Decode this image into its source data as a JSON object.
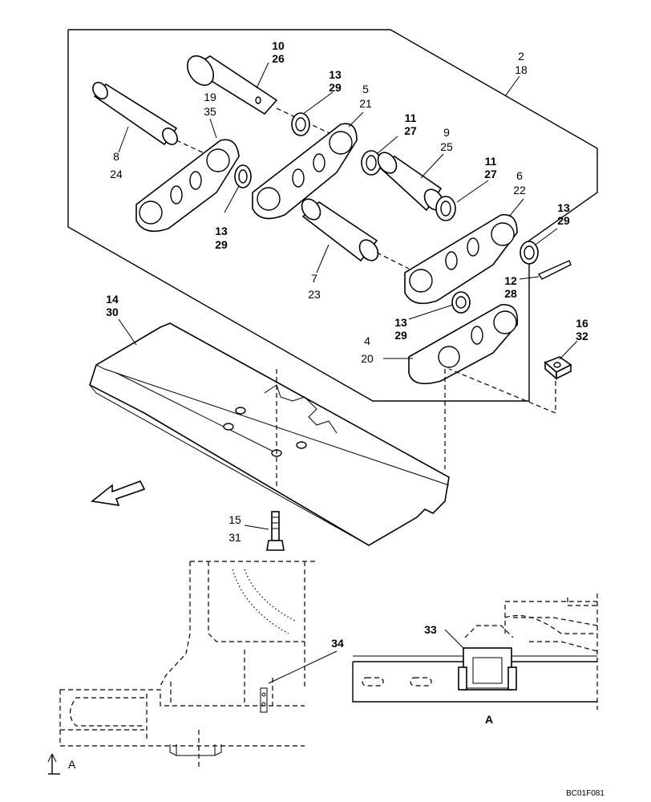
{
  "labels": {
    "l10": "10",
    "l26": "26",
    "l2": "2",
    "l18": "18",
    "l13a": "13",
    "l29a": "29",
    "l5": "5",
    "l21": "21",
    "l19": "19",
    "l35": "35",
    "l11a": "11",
    "l27a": "27",
    "l9": "9",
    "l25": "25",
    "l11b": "11",
    "l27b": "27",
    "l6": "6",
    "l22": "22",
    "l8": "8",
    "l24": "24",
    "l13b": "13",
    "l29b": "29",
    "l13c": "13",
    "l29c": "29",
    "l7": "7",
    "l23": "23",
    "l12": "12",
    "l28": "28",
    "l14": "14",
    "l30": "30",
    "l13d": "13",
    "l29d": "29",
    "l4": "4",
    "l20": "20",
    "l16": "16",
    "l32": "32",
    "l15": "15",
    "l31": "31",
    "l34": "34",
    "l33": "33",
    "viewA": "A",
    "sectionA": "A",
    "code": "BC01F081"
  }
}
